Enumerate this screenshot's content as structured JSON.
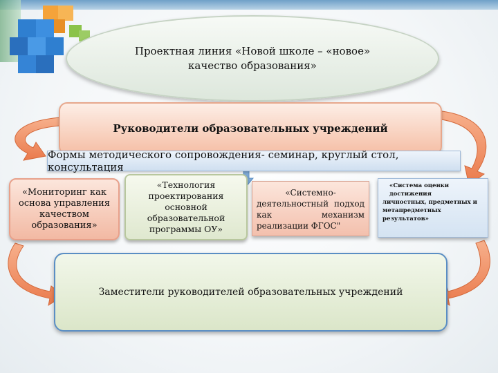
{
  "title": "Проектная линия «Новой школе – «новое» качество образования»",
  "managers_label": "Руководители образовательных учреждений",
  "forms_label": "Формы методического сопровождения- семинар, круглый стол, консультация",
  "boxes": [
    "«Мониторинг как основа управления качеством образования»",
    "«Технология проектирования основной образовательной программы ОУ»",
    "деятельностный подход как механизм реализации ФГОС\"",
    "личностных, предметных и метапредметных результатов»"
  ],
  "box3_first": "«Системно-",
  "box4_first": "«Система оценки достижения",
  "deputies_label": "Заместители руководителей образовательных учреждений",
  "colors": {
    "peach": "#f5bfa6",
    "green": "#dbe6c9",
    "blue": "#cfdff0",
    "arrow": "#f08a5d"
  }
}
